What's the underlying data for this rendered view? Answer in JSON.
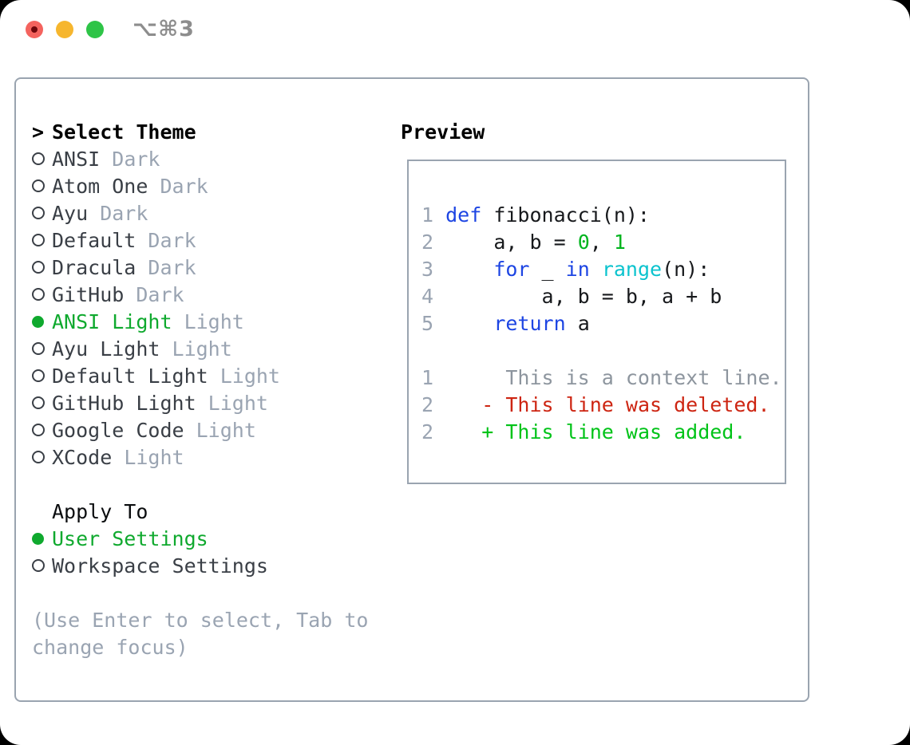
{
  "colors": {
    "trafficRed": "#f4635e",
    "trafficRedDot": "#6e070b",
    "trafficYellow": "#f6b62e",
    "trafficGreen": "#2ec447",
    "shortcutGray": "#8d8d8d",
    "borderGray": "#9aa4b0",
    "itemText": "#3a3f46",
    "mutedGray": "#9aa4b2",
    "ctxGray": "#8d959e",
    "accentGreen": "#0fa92e",
    "kwBlue": "#1d45e3",
    "biCyan": "#0cc3ce",
    "numGreen": "#00b41e",
    "addGreen": "#00c318",
    "delRed": "#cd2512"
  },
  "titlebar": {
    "shortcut_label": "⌥⌘3"
  },
  "theme_panel": {
    "prompt": ">",
    "header": "Select Theme",
    "items": [
      {
        "name": "ANSI",
        "tag": "Dark",
        "selected": false
      },
      {
        "name": "Atom One",
        "tag": "Dark",
        "selected": false
      },
      {
        "name": "Ayu",
        "tag": "Dark",
        "selected": false
      },
      {
        "name": "Default",
        "tag": "Dark",
        "selected": false
      },
      {
        "name": "Dracula",
        "tag": "Dark",
        "selected": false
      },
      {
        "name": "GitHub",
        "tag": "Dark",
        "selected": false
      },
      {
        "name": "ANSI Light",
        "tag": "Light",
        "selected": true
      },
      {
        "name": "Ayu Light",
        "tag": "Light",
        "selected": false
      },
      {
        "name": "Default Light",
        "tag": "Light",
        "selected": false
      },
      {
        "name": "GitHub Light",
        "tag": "Light",
        "selected": false
      },
      {
        "name": "Google Code",
        "tag": "Light",
        "selected": false
      },
      {
        "name": "XCode",
        "tag": "Light",
        "selected": false
      }
    ]
  },
  "apply_panel": {
    "header": "Apply To",
    "options": [
      {
        "label": "User Settings",
        "selected": true
      },
      {
        "label": "Workspace Settings",
        "selected": false
      }
    ]
  },
  "hint": {
    "line1": "(Use Enter to select, Tab to",
    "line2": "change focus)"
  },
  "preview": {
    "header": "Preview",
    "code_lines": [
      [],
      [
        {
          "t": "1 ",
          "c": "ln"
        },
        {
          "t": "def",
          "c": "kw"
        },
        {
          "t": " fibonacci(n):",
          "c": "tx"
        }
      ],
      [
        {
          "t": "2 ",
          "c": "ln"
        },
        {
          "t": "    a, b = ",
          "c": "tx"
        },
        {
          "t": "0",
          "c": "nm"
        },
        {
          "t": ", ",
          "c": "tx"
        },
        {
          "t": "1",
          "c": "nm"
        }
      ],
      [
        {
          "t": "3 ",
          "c": "ln"
        },
        {
          "t": "    ",
          "c": "tx"
        },
        {
          "t": "for",
          "c": "kw"
        },
        {
          "t": " _ ",
          "c": "tx"
        },
        {
          "t": "in",
          "c": "kw"
        },
        {
          "t": " ",
          "c": "tx"
        },
        {
          "t": "range",
          "c": "bi"
        },
        {
          "t": "(n):",
          "c": "tx"
        }
      ],
      [
        {
          "t": "4 ",
          "c": "ln"
        },
        {
          "t": "        a, b = b, a + b",
          "c": "tx"
        }
      ],
      [
        {
          "t": "5 ",
          "c": "ln"
        },
        {
          "t": "    ",
          "c": "tx"
        },
        {
          "t": "return",
          "c": "kw"
        },
        {
          "t": " a",
          "c": "tx"
        }
      ],
      [],
      [
        {
          "t": "1",
          "c": "ln"
        },
        {
          "t": "      This is a context line.",
          "c": "ctx"
        }
      ],
      [
        {
          "t": "2",
          "c": "ln"
        },
        {
          "t": "    ",
          "c": "tx"
        },
        {
          "t": "- This line was deleted.",
          "c": "del"
        }
      ],
      [
        {
          "t": "2",
          "c": "ln"
        },
        {
          "t": "    ",
          "c": "tx"
        },
        {
          "t": "+ This line was added.",
          "c": "add"
        }
      ]
    ]
  }
}
